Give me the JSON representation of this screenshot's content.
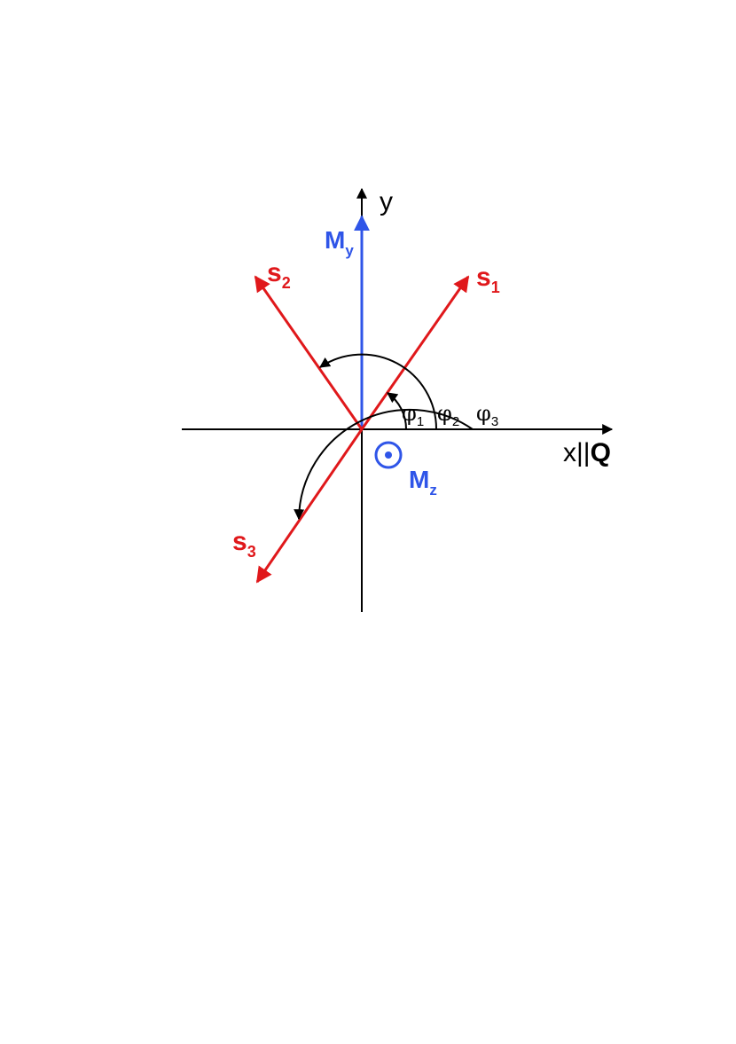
{
  "axes": {
    "y_label": "y",
    "x_label": "x||",
    "x_label_bold": "Q"
  },
  "magnetization": {
    "my_symbol": "M",
    "my_subscript": "y",
    "mz_symbol": "M",
    "mz_subscript": "z"
  },
  "spins": [
    {
      "symbol": "s",
      "subscript": "1"
    },
    {
      "symbol": "s",
      "subscript": "2"
    },
    {
      "symbol": "s",
      "subscript": "3"
    }
  ],
  "angles": [
    {
      "symbol": "φ",
      "subscript": "1"
    },
    {
      "symbol": "φ",
      "subscript": "2"
    },
    {
      "symbol": "φ",
      "subscript": "3"
    }
  ],
  "colors": {
    "axis": "#000000",
    "spin": "#e0181b",
    "magnetization": "#2f55e8"
  }
}
